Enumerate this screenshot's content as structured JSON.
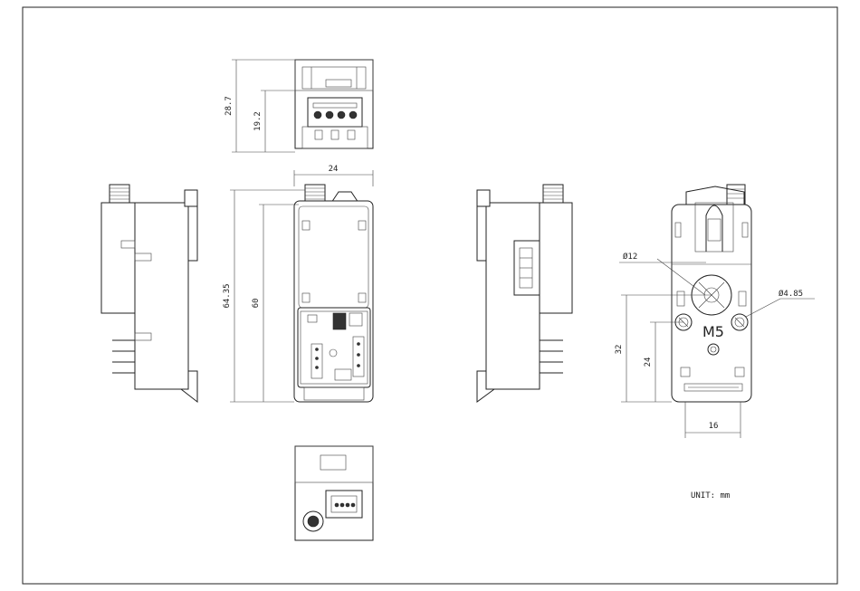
{
  "dimensions": {
    "top_height_total": "28.7",
    "top_height_inner": "19.2",
    "front_width": "24",
    "front_height_total": "64.35",
    "front_height_inner": "60",
    "hole_diameter": "Ø12",
    "screw_diameter": "Ø4.85",
    "mount_height_total": "32",
    "mount_height_inner": "24",
    "mount_spacing": "16"
  },
  "logo_text": "M5",
  "unit_note": "UNIT: mm"
}
